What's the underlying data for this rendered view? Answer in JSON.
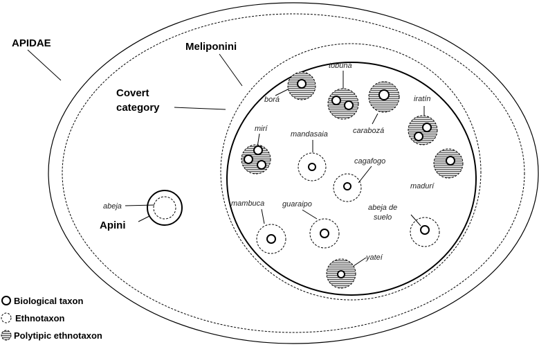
{
  "labels": {
    "apidae": "APIDAE",
    "meliponini": "Meliponini",
    "covert_category_line1": "Covert",
    "covert_category_line2": "category",
    "apini": "Apini",
    "abeja": "abeja",
    "bora": "borá",
    "tobuna": "tobuna",
    "iratin": "iratín",
    "caraboza": "carabozá",
    "miri": "mirí",
    "mandasaia": "mandasaia",
    "cagafogo": "cagafogo",
    "manduri": "madurí",
    "mambuca": "mambuca",
    "guaraipo": "guaraipo",
    "abeja_de_suelo_line1": "abeja de",
    "abeja_de_suelo_line2": "suelo",
    "yatei": "yateí"
  },
  "legend": {
    "biological_taxon": "Biological taxon",
    "ethnotaxon": "Ethnotaxon",
    "polytipic_ethnotaxon": "Polytipic ethnotaxon"
  }
}
